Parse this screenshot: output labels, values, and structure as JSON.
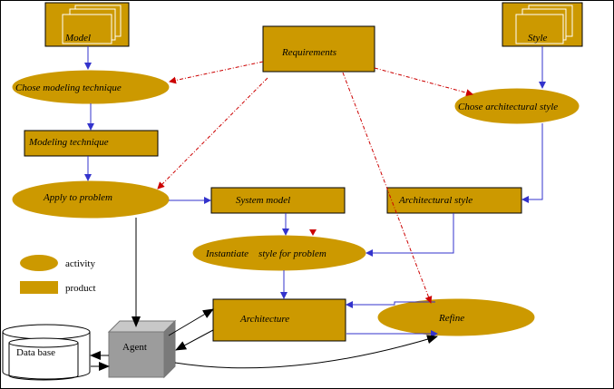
{
  "colors": {
    "fill": "#cc9900",
    "arrow_flow": "#3333cc",
    "arrow_dotted": "#cc0000",
    "agent_face": "#9c9c9c",
    "agent_top": "#c8c8c8",
    "agent_side": "#7a7a7a"
  },
  "nodes": {
    "model": "Model",
    "style": "Style",
    "requirements": "Requirements",
    "chose_modeling_technique": "Chose modeling technique",
    "chose_architectural_style": "Chose architectural style",
    "modeling_technique": "Modeling technique",
    "apply_to_problem": "Apply to problem",
    "system_model": "System model",
    "architectural_style": "Architectural style",
    "instantiate_style": "Instantiate    style for problem",
    "architecture": "Architecture",
    "refine": "Refine",
    "agent": "Agent",
    "database": "Data base"
  },
  "legend": {
    "activity": "activity",
    "product": "product"
  }
}
